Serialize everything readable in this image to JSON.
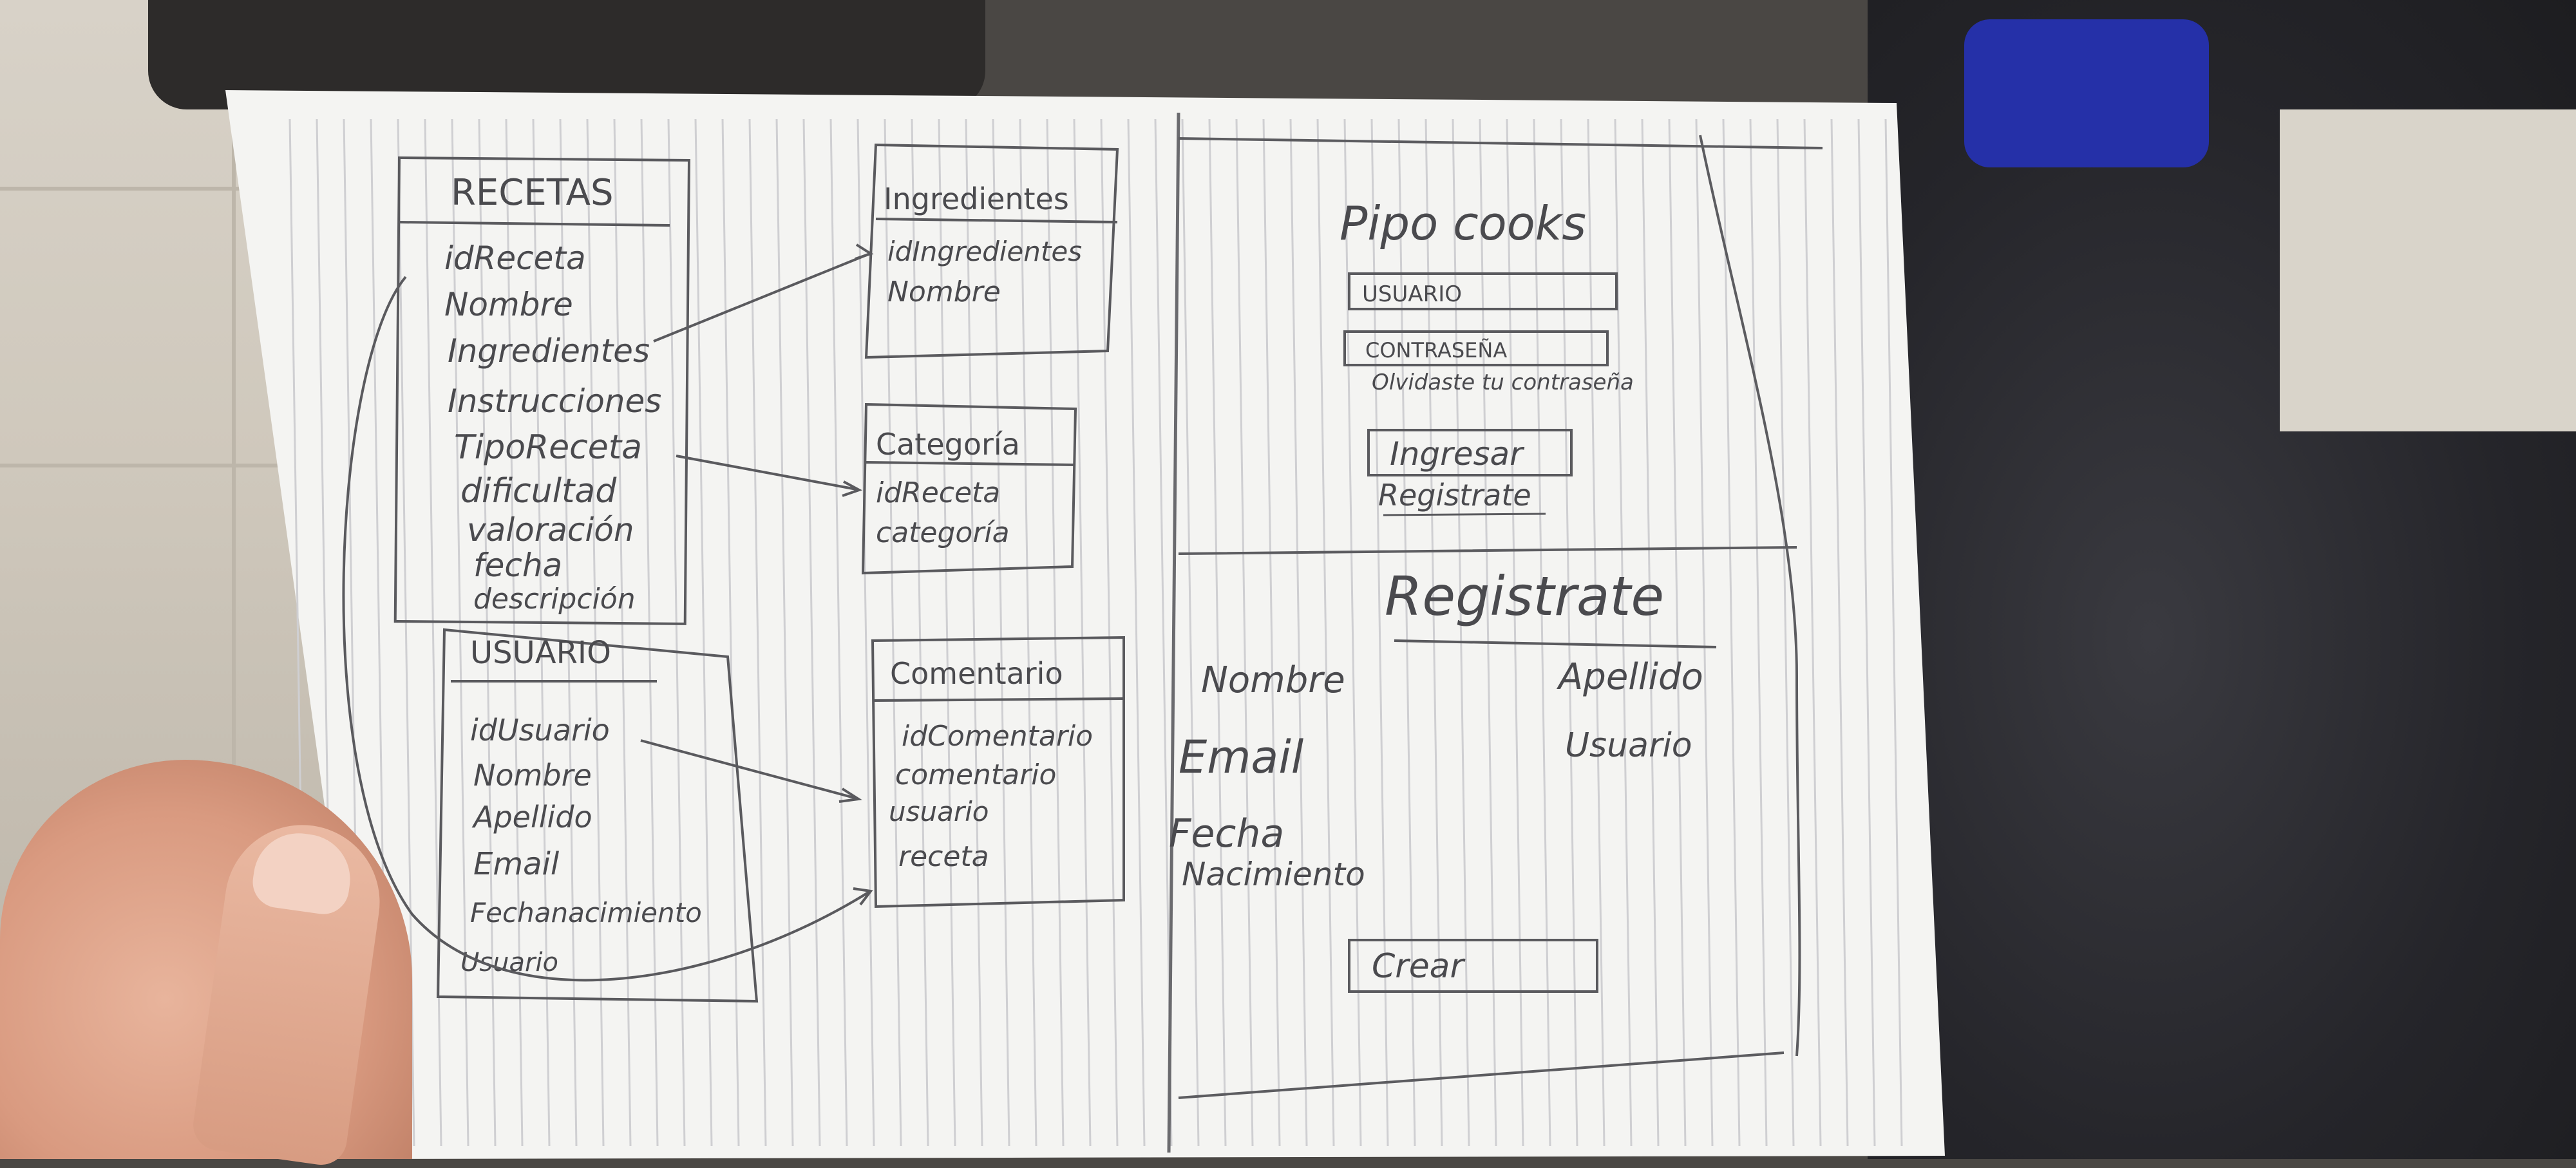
{
  "recetas": {
    "title": "RECETAS",
    "fields": [
      "idReceta",
      "Nombre",
      "Ingredientes",
      "Instrucciones",
      "TipoReceta",
      "dificultad",
      "valoración",
      "fecha",
      "descripción"
    ]
  },
  "ingredientes": {
    "title": "Ingredientes",
    "fields": [
      "idIngredientes",
      "Nombre"
    ]
  },
  "categoria": {
    "title": "Categoría",
    "fields": [
      "idReceta",
      "categoría"
    ]
  },
  "usuario": {
    "title": "USUARIO",
    "fields": [
      "idUsuario",
      "Nombre",
      "Apellido",
      "Email",
      "Fechanacimiento",
      "Usuario"
    ]
  },
  "comentario": {
    "title": "Comentario",
    "fields": [
      "idComentario",
      "comentario",
      "usuario",
      "receta"
    ]
  },
  "login": {
    "app_title": "Pipo cooks",
    "usuario_field": "USUARIO",
    "password_field": "CONTRASEÑA",
    "forgot_link": "Olvidaste tu contraseña",
    "ingresar_button": "Ingresar",
    "registrate_link": "Registrate"
  },
  "register": {
    "title": "Registrate",
    "nombre": "Nombre",
    "apellido": "Apellido",
    "email": "Email",
    "usuario": "Usuario",
    "fecha": "Fecha",
    "nacimiento": "Nacimiento",
    "crear_button": "Crear"
  },
  "colors": {
    "paper": "#f4f4f2",
    "ink": "#4a4a4e",
    "rule_lines": "#c9c9cc"
  }
}
